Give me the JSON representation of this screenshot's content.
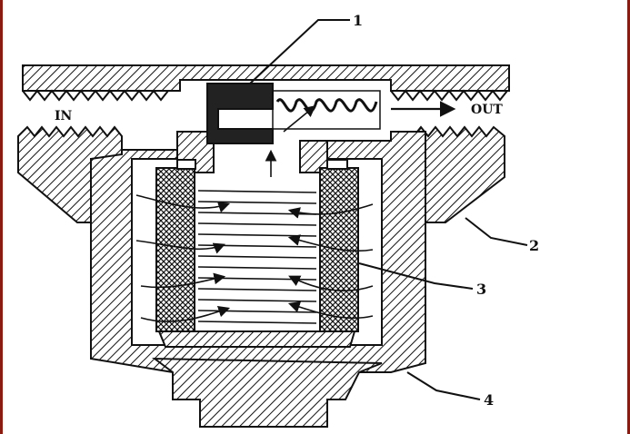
{
  "labels": {
    "inlet": "IN",
    "outlet": "OUT",
    "callouts": [
      "1",
      "2",
      "3",
      "4"
    ]
  },
  "colors": {
    "ink": "#111111",
    "paper": "#ffffff",
    "edge": "#8b1a10"
  }
}
